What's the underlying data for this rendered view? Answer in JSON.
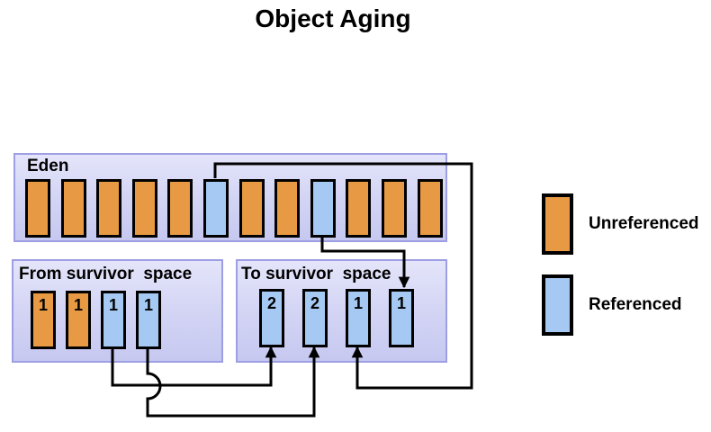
{
  "title": "Object Aging",
  "colors": {
    "unreferenced_fill": "#E79A43",
    "referenced_fill": "#A5C9F2",
    "region_background_top": "#E4E5FA",
    "region_background_bottom": "#C6C8F0",
    "region_border": "#9D9EE3",
    "cell_border": "#000000",
    "arrow": "#000000"
  },
  "regions": {
    "eden": {
      "label": "Eden",
      "cells": [
        {
          "state": "unreferenced",
          "age": ""
        },
        {
          "state": "unreferenced",
          "age": ""
        },
        {
          "state": "unreferenced",
          "age": ""
        },
        {
          "state": "unreferenced",
          "age": ""
        },
        {
          "state": "unreferenced",
          "age": ""
        },
        {
          "state": "referenced",
          "age": ""
        },
        {
          "state": "unreferenced",
          "age": ""
        },
        {
          "state": "unreferenced",
          "age": ""
        },
        {
          "state": "referenced",
          "age": ""
        },
        {
          "state": "unreferenced",
          "age": ""
        },
        {
          "state": "unreferenced",
          "age": ""
        },
        {
          "state": "unreferenced",
          "age": ""
        }
      ]
    },
    "from_survivor": {
      "label": "From survivor  space",
      "cells": [
        {
          "state": "unreferenced",
          "age": "1"
        },
        {
          "state": "unreferenced",
          "age": "1"
        },
        {
          "state": "referenced",
          "age": "1"
        },
        {
          "state": "referenced",
          "age": "1"
        }
      ]
    },
    "to_survivor": {
      "label": "To survivor  space",
      "cells": [
        {
          "state": "referenced",
          "age": "2"
        },
        {
          "state": "referenced",
          "age": "2"
        },
        {
          "state": "referenced",
          "age": "1"
        },
        {
          "state": "referenced",
          "age": "1"
        }
      ]
    }
  },
  "arrows": [
    {
      "from": "eden-cell-6",
      "to": "to-survivor-cell-3"
    },
    {
      "from": "eden-cell-9",
      "to": "to-survivor-cell-4"
    },
    {
      "from": "from-survivor-cell-3",
      "to": "to-survivor-cell-1"
    },
    {
      "from": "from-survivor-cell-4",
      "to": "to-survivor-cell-2"
    }
  ],
  "legend": {
    "items": [
      {
        "state": "unreferenced",
        "label": "Unreferenced"
      },
      {
        "state": "referenced",
        "label": "Referenced"
      }
    ]
  }
}
